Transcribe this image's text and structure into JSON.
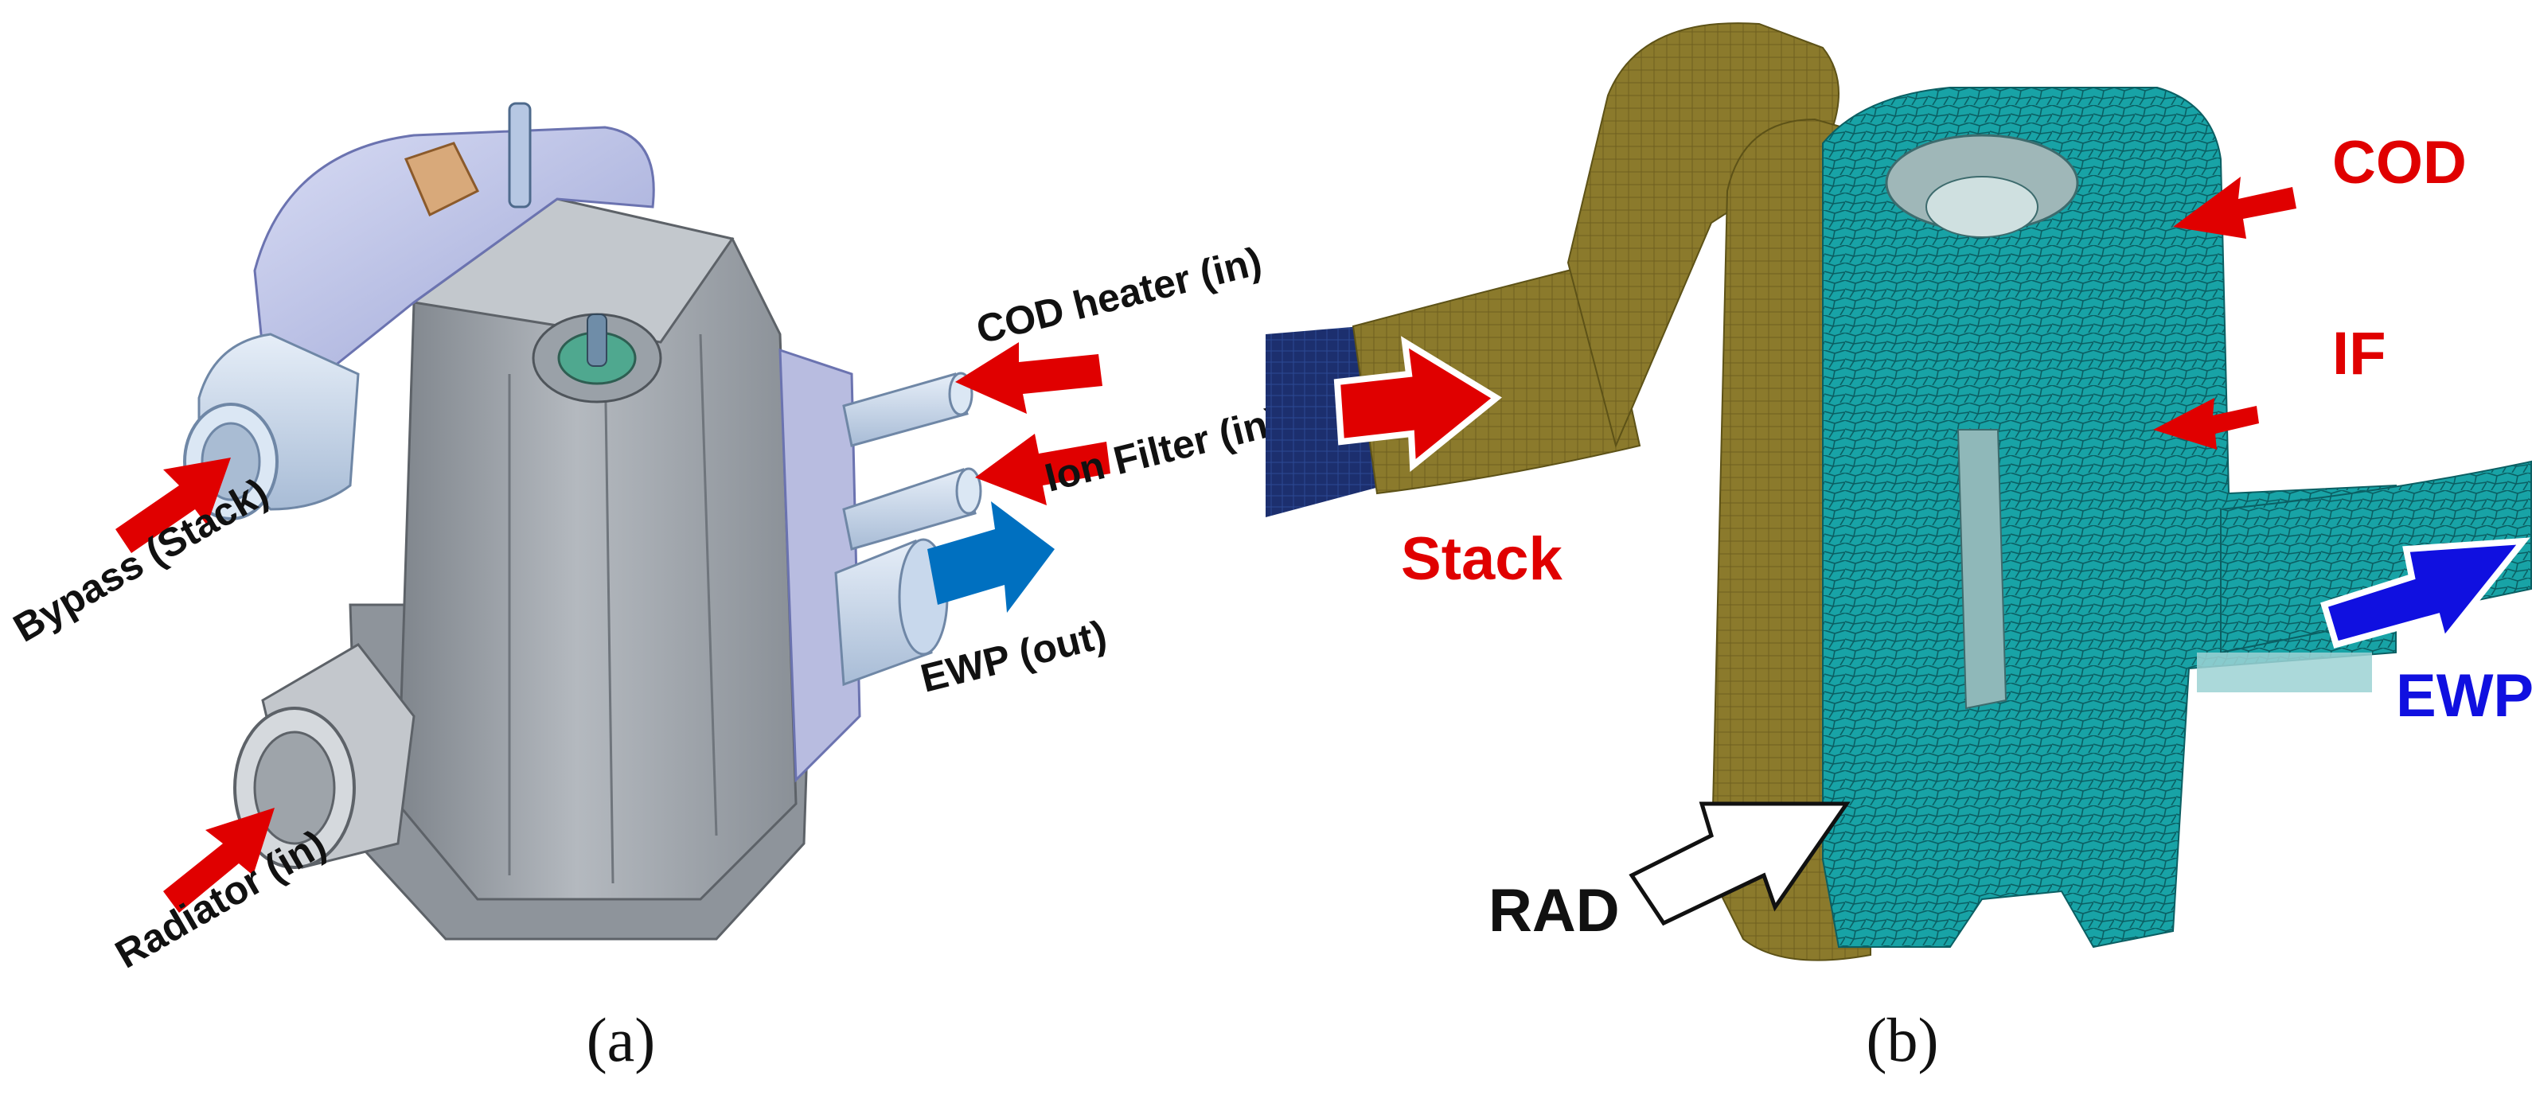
{
  "panel_a": {
    "caption": "(a)",
    "labels": {
      "cod_heater": "COD heater (in)",
      "ion_filter": "Ion Filter (in)",
      "ewp_out": "EWP (out)",
      "bypass": "Bypass (Stack)",
      "radiator": "Radiator (in)"
    }
  },
  "panel_b": {
    "caption": "(b)",
    "labels": {
      "cod": "COD",
      "if": "IF",
      "stack": "Stack",
      "ewp": "EWP",
      "rad": "RAD"
    }
  },
  "colors": {
    "inlet_arrow": "#e00000",
    "outlet_arrow": "#0070c0",
    "ewp_arrow_b": "#1010e0",
    "housing": "#9ea4ab",
    "cover": "#b9bfe6",
    "pipe": "#c9dbee",
    "mesh_solid": "#8a7a2a",
    "mesh_fluid": "#1aa3a3",
    "mesh_blue": "#1b2f6a"
  }
}
